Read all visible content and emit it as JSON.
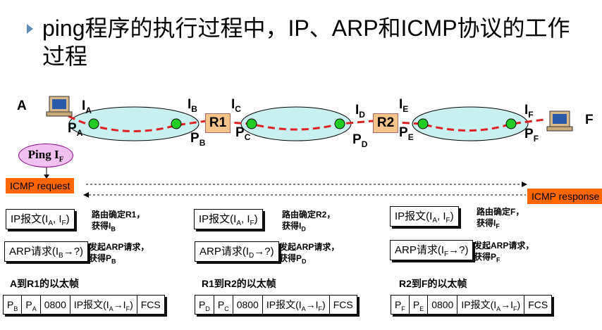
{
  "title": "ping程序的执行过程中，IP、ARP和ICMP协议的工作过程",
  "hosts": {
    "a": "A",
    "f": "F"
  },
  "routers": {
    "r1": "R1",
    "r2": "R2"
  },
  "interfaces": {
    "ia": "I",
    "ia_sub": "A",
    "ib": "I",
    "ib_sub": "B",
    "ic": "I",
    "ic_sub": "C",
    "id": "I",
    "id_sub": "D",
    "ie": "I",
    "ie_sub": "E",
    "if": "I",
    "if_sub": "F"
  },
  "ports": {
    "pa": "P",
    "pa_sub": "A",
    "pb": "P",
    "pb_sub": "B",
    "pc": "P",
    "pc_sub": "C",
    "pd": "P",
    "pd_sub": "D",
    "pe": "P",
    "pe_sub": "E",
    "pf": "P",
    "pf_sub": "F"
  },
  "ping": {
    "label": "Ping I",
    "sub": "F"
  },
  "icmp": {
    "request": "ICMP request",
    "response": "ICMP response"
  },
  "steps": [
    {
      "ip_box": {
        "pre": "IP报文(I",
        "s1": "A",
        "mid": ", I",
        "s2": "F",
        "post": ")"
      },
      "route_note": {
        "line1": "路由确定R1，",
        "line2": "获得I",
        "sub": "B"
      },
      "arp_box": {
        "pre": "ARP请求(I",
        "s1": "B",
        "post": "→?)"
      },
      "arp_note": {
        "line1": "发起ARP请求，",
        "line2": "获得P",
        "sub": "B"
      },
      "frame_title": "A到R1的以太帧",
      "frame": {
        "c1": "P",
        "c1s": "B",
        "c2": "P",
        "c2s": "A",
        "c3": "0800",
        "c4pre": "IP报文(I",
        "c4s1": "A",
        "c4mid": "→I",
        "c4s2": "F",
        "c4post": ")",
        "c5": "FCS"
      }
    },
    {
      "ip_box": {
        "pre": "IP报文(I",
        "s1": "A",
        "mid": ", I",
        "s2": "F",
        "post": ")"
      },
      "route_note": {
        "line1": "路由确定R2，",
        "line2": "获得I",
        "sub": "D"
      },
      "arp_box": {
        "pre": "ARP请求(I",
        "s1": "D",
        "post": "→?)"
      },
      "arp_note": {
        "line1": "发起ARP请求，",
        "line2": "获得P",
        "sub": "D"
      },
      "frame_title": "R1到R2的以太帧",
      "frame": {
        "c1": "P",
        "c1s": "D",
        "c2": "P",
        "c2s": "C",
        "c3": "0800",
        "c4pre": "IP报文(I",
        "c4s1": "A",
        "c4mid": "→I",
        "c4s2": "F",
        "c4post": ")",
        "c5": "FCS"
      }
    },
    {
      "ip_box": {
        "pre": "IP报文(I",
        "s1": "A",
        "mid": ", I",
        "s2": "F",
        "post": ")"
      },
      "route_note": {
        "line1": "路由确定F，",
        "line2": "获得I",
        "sub": "F"
      },
      "arp_box": {
        "pre": "ARP请求(I",
        "s1": "F",
        "post": "→?)"
      },
      "arp_note": {
        "line1": "发起ARP请求，",
        "line2": "获得P",
        "sub": "F"
      },
      "frame_title": "R2到F的以太帧",
      "frame": {
        "c1": "P",
        "c1s": "F",
        "c2": "P",
        "c2s": "E",
        "c3": "0800",
        "c4pre": "IP报文(I",
        "c4s1": "A",
        "c4mid": "→I",
        "c4s2": "F",
        "c4post": ")",
        "c5": "FCS"
      }
    }
  ],
  "colors": {
    "network_fill": "#c9f0f0",
    "node": "#22cc22",
    "path": "#e02020",
    "icmp": "#ff6600",
    "router": "#f5c48a"
  }
}
